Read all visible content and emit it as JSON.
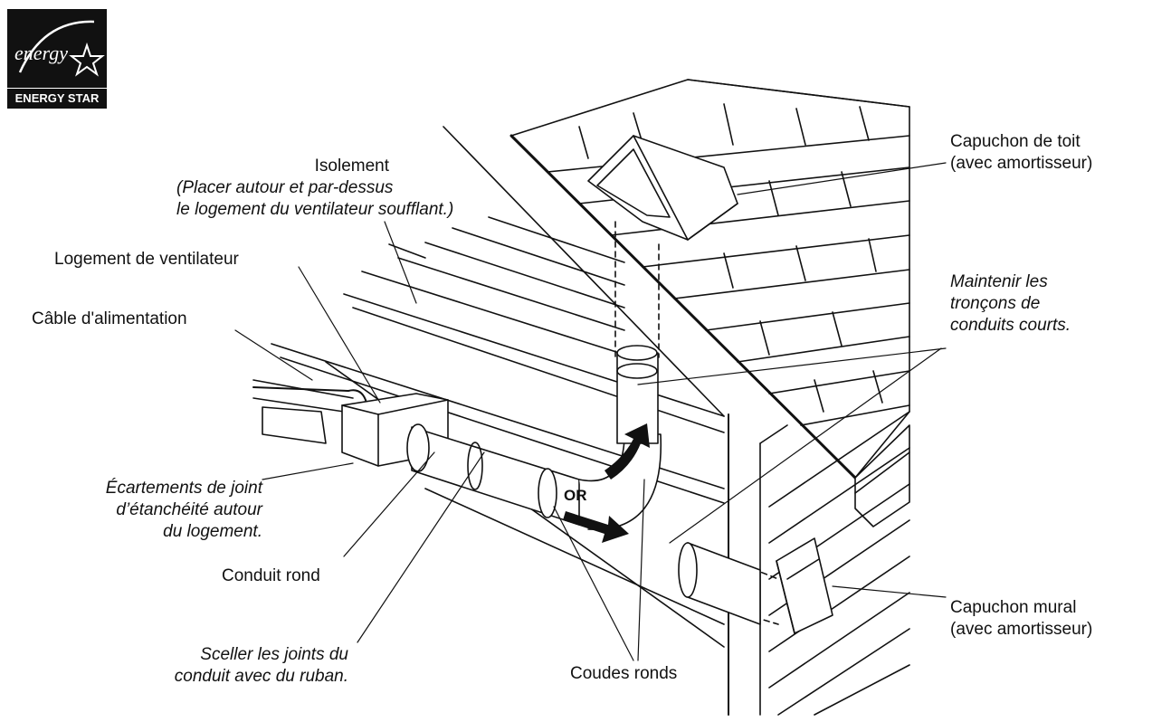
{
  "logo": {
    "name": "energy-star-logo",
    "script_word": "energy",
    "caption": "ENERGY STAR"
  },
  "labels": {
    "roof_cap_1": "Capuchon de toit",
    "roof_cap_2": "(avec amortisseur)",
    "insulation_1": "Isolement",
    "insulation_2": "(Placer autour et par-dessus",
    "insulation_3": "le logement du ventilateur soufflant.)",
    "fan_housing": "Logement de ventilateur",
    "power_cable": "Câble d'alimentation",
    "short_ducts_1": "Maintenir les",
    "short_ducts_2": "tronçons de",
    "short_ducts_3": "conduits courts.",
    "gaps_1": "Écartements de joint",
    "gaps_2": "d’étanchéité autour",
    "gaps_3": "du logement.",
    "round_duct": "Conduit rond",
    "seal_joints_1": "Sceller les joints du",
    "seal_joints_2": "conduit avec du ruban.",
    "elbows": "Coudes ronds",
    "wall_cap_1": "Capuchon mural",
    "wall_cap_2": "(avec amortisseur)",
    "or": "OR"
  },
  "colors": {
    "ink": "#111111",
    "paper": "#ffffff"
  }
}
